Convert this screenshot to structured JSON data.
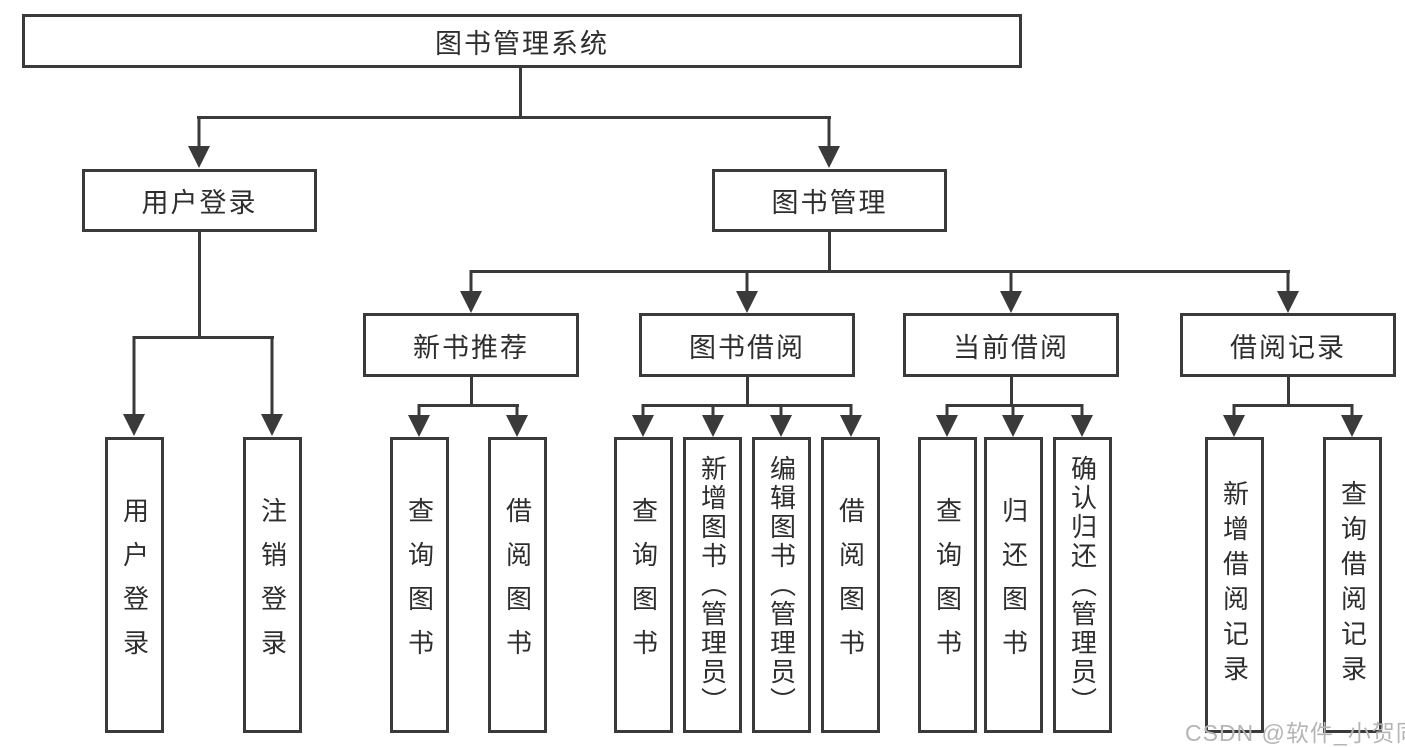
{
  "tree": {
    "label": "图书管理系统",
    "children": [
      {
        "label": "用户登录",
        "children": [
          {
            "label": "用户登录"
          },
          {
            "label": "注销登录"
          }
        ]
      },
      {
        "label": "图书管理",
        "children": [
          {
            "label": "新书推荐",
            "children": [
              {
                "label": "查询图书"
              },
              {
                "label": "借阅图书"
              }
            ]
          },
          {
            "label": "图书借阅",
            "children": [
              {
                "label": "查询图书"
              },
              {
                "label": "新增图书（管理员）"
              },
              {
                "label": "编辑图书（管理员）"
              },
              {
                "label": "借阅图书"
              }
            ]
          },
          {
            "label": "当前借阅",
            "children": [
              {
                "label": "查询图书"
              },
              {
                "label": "归还图书"
              },
              {
                "label": "确认归还（管理员）"
              }
            ]
          },
          {
            "label": "借阅记录",
            "children": [
              {
                "label": "新增借阅记录"
              },
              {
                "label": "查询借阅记录"
              }
            ]
          }
        ]
      }
    ]
  },
  "watermark": {
    "text": "CSDN @软件_小贺同学"
  },
  "colors": {
    "line": "#3a3a3a",
    "text": "#2e2e2e",
    "background": "#ffffff",
    "watermark": "#b5b5b5"
  }
}
